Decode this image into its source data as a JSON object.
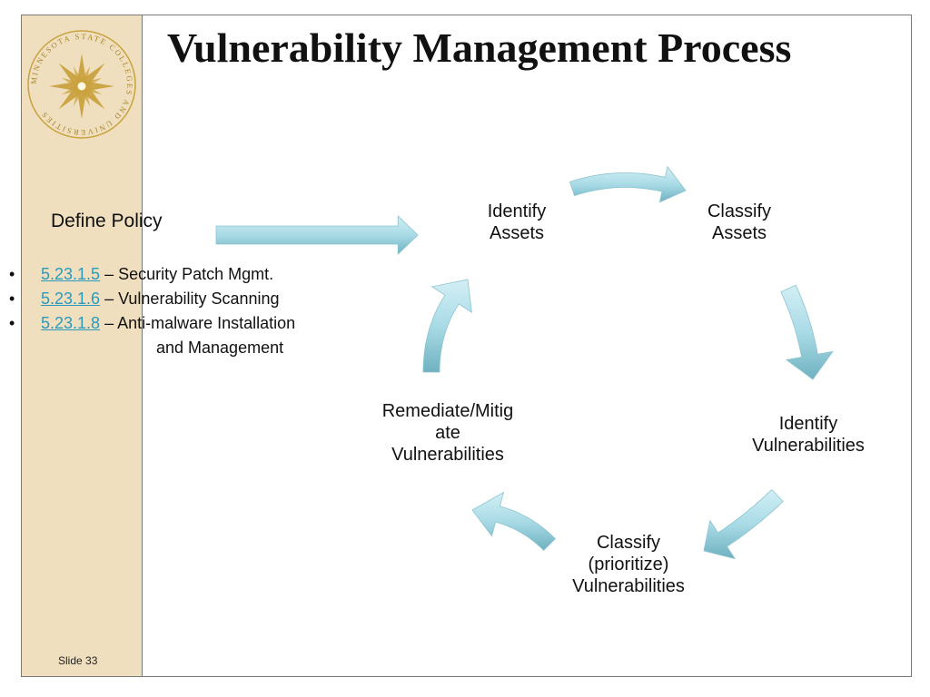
{
  "slide": {
    "title": "Vulnerability Management Process",
    "slide_number": "Slide 33",
    "seal_text": "MINNESOTA STATE COLLEGES AND UNIVERSITIES"
  },
  "policy": {
    "label": "Define Policy",
    "items": [
      {
        "ref": "5.23.1.5",
        "text": " – Security Patch Mgmt.",
        "continuation": ""
      },
      {
        "ref": "5.23.1.6",
        "text": " – Vulnerability Scanning",
        "continuation": ""
      },
      {
        "ref": "5.23.1.8",
        "text": " – Anti-malware Installation",
        "continuation": "and Management"
      }
    ]
  },
  "cycle": {
    "steps": [
      "Identify\nAssets",
      "Classify\nAssets",
      "Identify\nVulnerabilities",
      "Classify\n(prioritize)\nVulnerabilities",
      "Remediate/Mitig\nate\nVulnerabilities"
    ]
  },
  "colors": {
    "sidebar": "#efdfbe",
    "seal": "#c9a23f",
    "arrow_light": "#bfe6ee",
    "arrow_dark": "#6fb1c0",
    "link": "#2a9abf"
  }
}
